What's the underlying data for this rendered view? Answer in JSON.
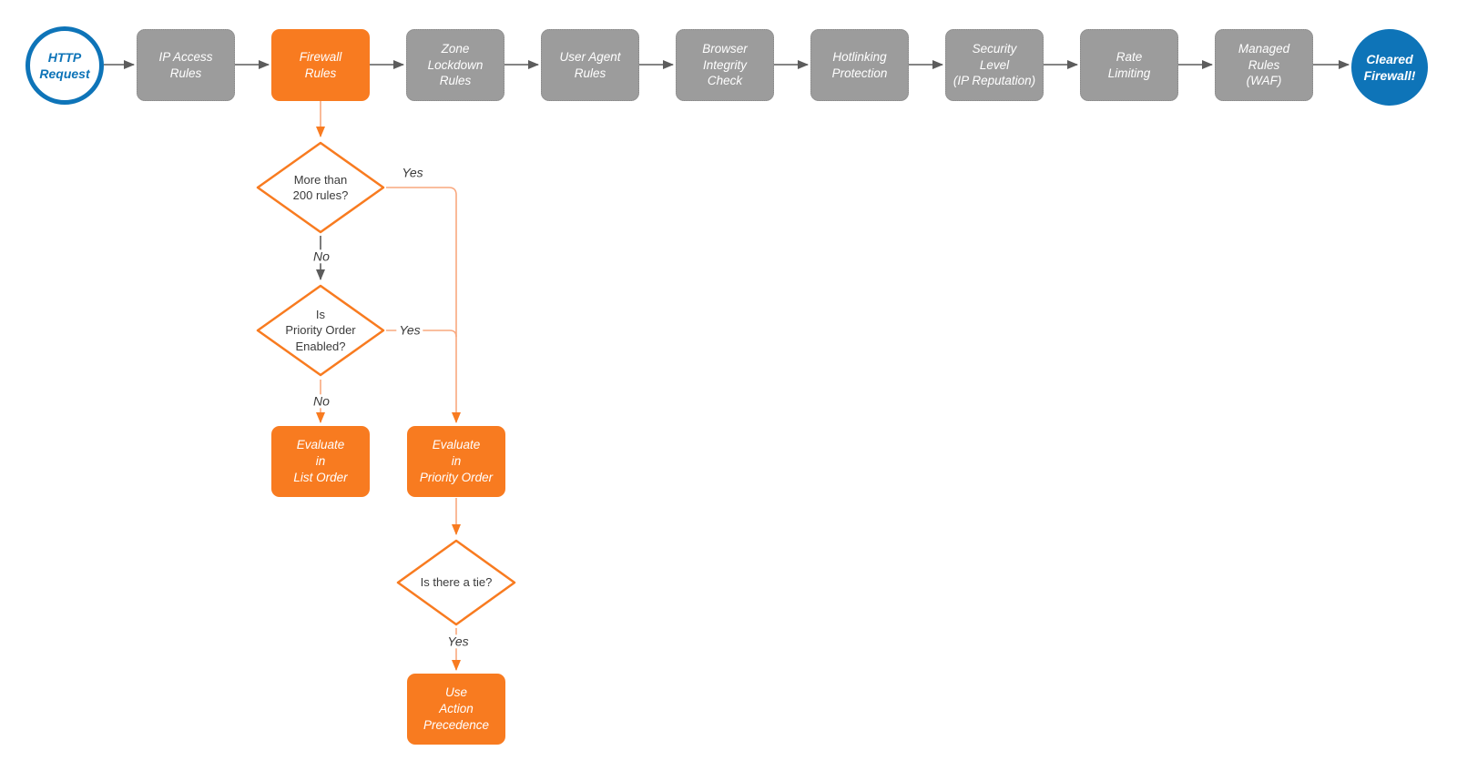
{
  "colors": {
    "orange": "#F87B20",
    "orange_light": "#F9A87E",
    "blue": "#0E74B8",
    "gray_fill": "#9C9C9C",
    "gray_border": "#878787",
    "arrow_gray": "#5C5C5C",
    "text_dark": "#3B3B3B"
  },
  "pipeline": {
    "start": {
      "label": "HTTP\nRequest"
    },
    "stages": [
      {
        "label": "IP Access\nRules",
        "style": "gray"
      },
      {
        "label": "Firewall\nRules",
        "style": "orange"
      },
      {
        "label": "Zone\nLockdown\nRules",
        "style": "gray"
      },
      {
        "label": "User Agent\nRules",
        "style": "gray"
      },
      {
        "label": "Browser\nIntegrity\nCheck",
        "style": "gray"
      },
      {
        "label": "Hotlinking\nProtection",
        "style": "gray"
      },
      {
        "label": "Security\nLevel\n(IP Reputation)",
        "style": "gray"
      },
      {
        "label": "Rate\nLimiting",
        "style": "gray"
      },
      {
        "label": "Managed\nRules\n(WAF)",
        "style": "gray"
      }
    ],
    "end": {
      "label": "Cleared\nFirewall!"
    }
  },
  "decisions": {
    "more_than_200": {
      "label": "More than\n200 rules?"
    },
    "priority_enabled": {
      "label": "Is\nPriority Order\nEnabled?"
    },
    "tie": {
      "label": "Is there a tie?"
    }
  },
  "actions": {
    "list_order": {
      "label": "Evaluate\nin\nList Order"
    },
    "priority_order": {
      "label": "Evaluate\nin\nPriority Order"
    },
    "action_precedence": {
      "label": "Use\nAction\nPrecedence"
    }
  },
  "edge_labels": {
    "d1_yes": "Yes",
    "d1_no": "No",
    "d2_yes": "Yes",
    "d2_no": "No",
    "d3_yes": "Yes"
  }
}
